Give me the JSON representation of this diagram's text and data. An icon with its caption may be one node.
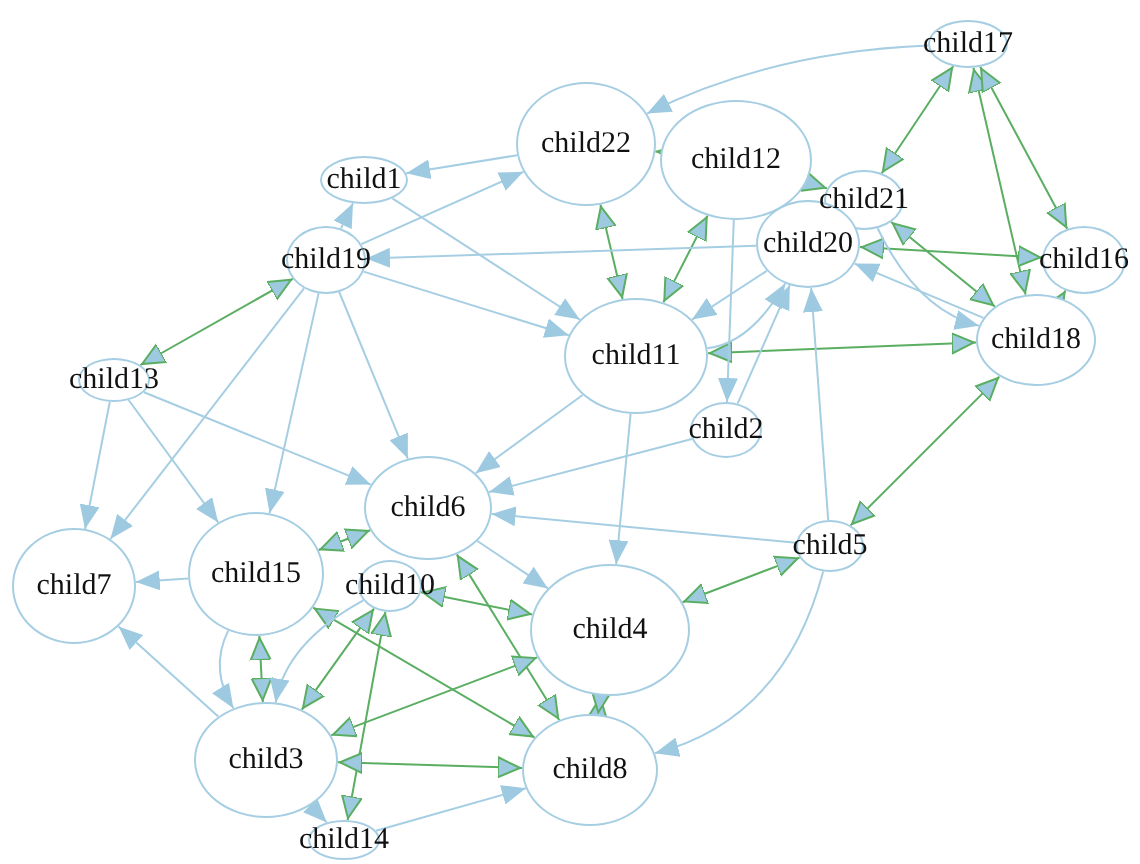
{
  "diagram": {
    "nodes": [
      {
        "text": [
          "child1"
        ]
      },
      {
        "text": [
          "child19"
        ]
      },
      {
        "text": [
          "child13"
        ]
      },
      {
        "text": [
          "child7"
        ]
      },
      {
        "text": [
          "child15"
        ]
      },
      {
        "text": [
          "child10"
        ]
      },
      {
        "text": [
          "child6"
        ]
      },
      {
        "text": [
          "child3"
        ]
      },
      {
        "text": [
          "child14"
        ]
      },
      {
        "text": [
          "child8"
        ]
      },
      {
        "text": [
          "child4"
        ]
      },
      {
        "text": [
          "child5"
        ]
      },
      {
        "text": [
          "child2"
        ]
      },
      {
        "text": [
          "child11"
        ]
      },
      {
        "text": [
          "child22"
        ]
      },
      {
        "text": [
          "child12"
        ]
      },
      {
        "text": [
          "child21"
        ]
      },
      {
        "text": [
          "child20"
        ]
      },
      {
        "text": [
          "child17"
        ]
      },
      {
        "text": [
          "child16"
        ]
      },
      {
        "text": [
          "child18"
        ]
      }
    ],
    "edges": [
      {
        "from": 2,
        "to": 1,
        "arrow": "both",
        "color": "#5aae61"
      },
      {
        "from": 14,
        "to": 13,
        "arrow": "both",
        "color": "#5aae61"
      },
      {
        "from": 15,
        "to": 13,
        "arrow": "both",
        "color": "#5aae61"
      },
      {
        "from": 15,
        "to": 16,
        "arrow": "both",
        "color": "#5aae61"
      },
      {
        "from": 14,
        "to": 15,
        "arrow": "both",
        "color": "#5aae61"
      },
      {
        "from": 18,
        "to": 16,
        "arrow": "both",
        "color": "#5aae61"
      },
      {
        "from": 18,
        "to": 20,
        "arrow": "both",
        "color": "#5aae61"
      },
      {
        "from": 18,
        "to": 19,
        "arrow": "both",
        "color": "#5aae61"
      },
      {
        "from": 17,
        "to": 19,
        "arrow": "both",
        "color": "#5aae61"
      },
      {
        "from": 20,
        "to": 16,
        "arrow": "both",
        "color": "#5aae61"
      },
      {
        "from": 20,
        "to": 19,
        "arrow": "both",
        "color": "#5aae61"
      },
      {
        "from": 13,
        "to": 20,
        "arrow": "both",
        "color": "#5aae61"
      },
      {
        "from": 20,
        "to": 11,
        "arrow": "both",
        "color": "#5aae61"
      },
      {
        "from": 11,
        "to": 10,
        "arrow": "both",
        "color": "#5aae61"
      },
      {
        "from": 10,
        "to": 9,
        "arrow": "both",
        "color": "#5aae61"
      },
      {
        "from": 4,
        "to": 7,
        "arrow": "both",
        "color": "#5aae61"
      },
      {
        "from": 5,
        "to": 7,
        "arrow": "both",
        "color": "#5aae61"
      },
      {
        "from": 5,
        "to": 8,
        "arrow": "both",
        "color": "#5aae61"
      },
      {
        "from": 6,
        "to": 4,
        "arrow": "both",
        "color": "#5aae61"
      },
      {
        "from": 10,
        "to": 5,
        "arrow": "both",
        "color": "#5aae61"
      },
      {
        "from": 6,
        "to": 9,
        "arrow": "both",
        "color": "#5aae61"
      },
      {
        "from": 4,
        "to": 9,
        "arrow": "both",
        "color": "#5aae61"
      },
      {
        "from": 7,
        "to": 10,
        "arrow": "both",
        "color": "#5aae61"
      },
      {
        "from": 7,
        "to": 9,
        "arrow": "both",
        "color": "#5aae61"
      },
      {
        "from": 1,
        "to": 0,
        "arrow": "to"
      },
      {
        "from": 14,
        "to": 0,
        "arrow": "to"
      },
      {
        "from": 1,
        "to": 14,
        "arrow": "to"
      },
      {
        "from": 17,
        "to": 1,
        "arrow": "to"
      },
      {
        "from": 0,
        "to": 13,
        "arrow": "to"
      },
      {
        "from": 1,
        "to": 13,
        "arrow": "to"
      },
      {
        "from": 1,
        "to": 3,
        "arrow": "to"
      },
      {
        "from": 1,
        "to": 4,
        "arrow": "to"
      },
      {
        "from": 1,
        "to": 6,
        "arrow": "to"
      },
      {
        "from": 2,
        "to": 3,
        "arrow": "to"
      },
      {
        "from": 2,
        "to": 4,
        "arrow": "to"
      },
      {
        "from": 2,
        "to": 6,
        "arrow": "to"
      },
      {
        "from": 13,
        "to": 6,
        "arrow": "to"
      },
      {
        "from": 4,
        "to": 3,
        "arrow": "to"
      },
      {
        "from": 7,
        "to": 3,
        "arrow": "to"
      },
      {
        "from": 4,
        "to": 7,
        "arrow": "to"
      },
      {
        "from": 5,
        "to": 7,
        "arrow": "to"
      },
      {
        "from": 6,
        "to": 10,
        "arrow": "to"
      },
      {
        "from": 11,
        "to": 6,
        "arrow": "to"
      },
      {
        "from": 12,
        "to": 6,
        "arrow": "to"
      },
      {
        "from": 13,
        "to": 10,
        "arrow": "to"
      },
      {
        "from": 15,
        "to": 12,
        "arrow": "to"
      },
      {
        "from": 11,
        "to": 17,
        "arrow": "to"
      },
      {
        "from": 12,
        "to": 17,
        "arrow": "to"
      },
      {
        "from": 17,
        "to": 13,
        "arrow": "to"
      },
      {
        "from": 13,
        "to": 17,
        "arrow": "to"
      },
      {
        "from": 18,
        "to": 14,
        "arrow": "to"
      },
      {
        "from": 16,
        "to": 20,
        "arrow": "to"
      },
      {
        "from": 20,
        "to": 17,
        "arrow": "to"
      },
      {
        "from": 11,
        "to": 9,
        "arrow": "to"
      },
      {
        "from": 8,
        "to": 9,
        "arrow": "to"
      },
      {
        "from": 7,
        "to": 8,
        "arrow": "to"
      }
    ]
  }
}
